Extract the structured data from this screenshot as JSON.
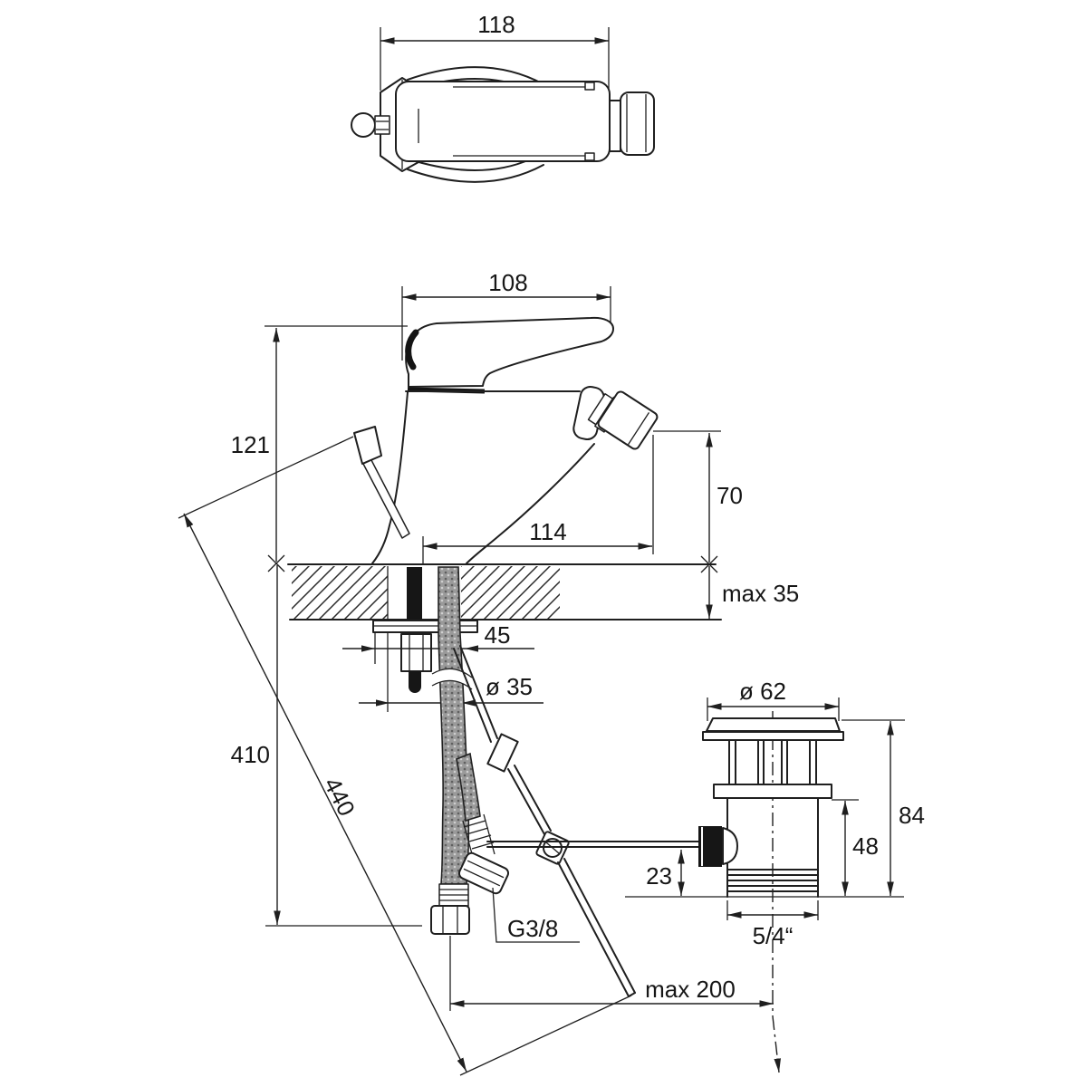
{
  "drawing": {
    "background": "#ffffff",
    "line_color": "#1f1f1f",
    "views": {
      "top_view": "faucet-top-view",
      "side_view": "faucet-side-view",
      "drain_view": "pop-up-waste-detail"
    },
    "dimensions": {
      "top_width": "118",
      "body_width": "108",
      "height_to_lever": "121",
      "spout_height": "70",
      "spout_reach": "114",
      "deck_thickness": "max 35",
      "shank_width": "45",
      "hole_diameter": "ø 35",
      "hose_drop": "410",
      "rod_drop": "440",
      "supply_thread": "G3/8",
      "rod_reach": "max 200",
      "waste_cap_diameter": "ø 62",
      "waste_height": "84",
      "waste_body_height": "48",
      "lever_offset": "23",
      "waste_thread": "5/4“"
    }
  }
}
